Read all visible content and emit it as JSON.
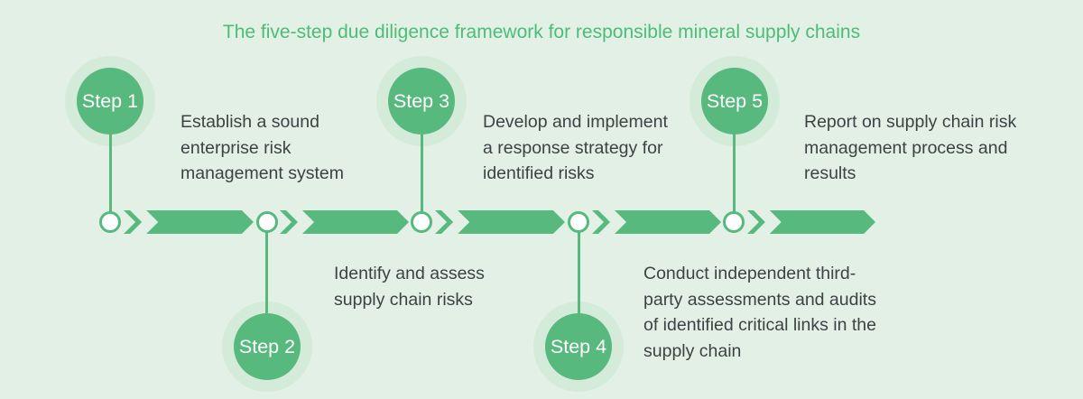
{
  "title": "The five-step due diligence framework for responsible mineral supply chains",
  "steps": [
    {
      "label": "Step 1",
      "position": "above",
      "description": [
        "Establish a sound",
        "enterprise risk",
        "management system"
      ]
    },
    {
      "label": "Step 2",
      "position": "below",
      "description": [
        "Identify and assess",
        "supply chain risks"
      ]
    },
    {
      "label": "Step 3",
      "position": "above",
      "description": [
        "Develop and implement",
        "a response strategy for",
        "identified risks"
      ]
    },
    {
      "label": "Step 4",
      "position": "below",
      "description": [
        "Conduct independent third-",
        "party assessments and audits",
        "of identified critical links in the",
        "supply chain"
      ]
    },
    {
      "label": "Step 5",
      "position": "above",
      "description": [
        "Report on supply chain risk",
        "management process and",
        "results"
      ]
    }
  ],
  "colors": {
    "bg": "#e3f0e6",
    "halo": "#d4ebd9",
    "green": "#57b97d",
    "title-green": "#4cbd77",
    "text": "#3e4245",
    "node-fill": "#ffffff"
  }
}
